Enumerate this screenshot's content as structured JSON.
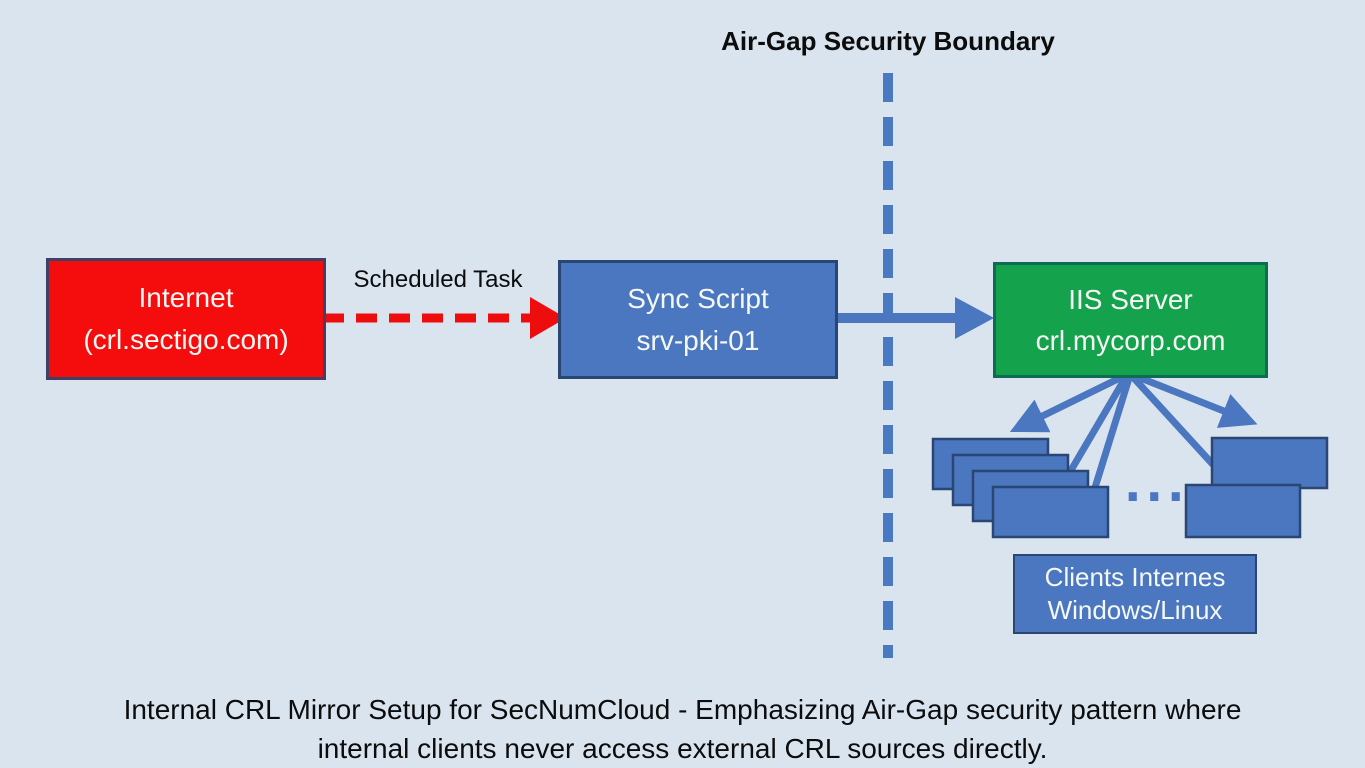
{
  "title": "Air-Gap Security Boundary",
  "labels": {
    "scheduled_task": "Scheduled Task",
    "ellipsis": "..."
  },
  "nodes": {
    "internet": {
      "line1": "Internet",
      "line2": "(crl.sectigo.com)"
    },
    "sync_script": {
      "line1": "Sync Script",
      "line2": "srv-pki-01"
    },
    "iis_server": {
      "line1": "IIS Server",
      "line2": "crl.mycorp.com"
    },
    "clients": {
      "line1": "Clients Internes",
      "line2": "Windows/Linux"
    }
  },
  "caption": {
    "line1": "Internal CRL Mirror Setup for SecNumCloud - Emphasizing Air-Gap security pattern where",
    "line2": "internal clients never access external CRL sources directly."
  },
  "colors": {
    "background": "#d9e4ef",
    "red_fill": "#f50d0d",
    "red_border": "#3e4066",
    "blue_fill": "#4a77bf",
    "blue_border": "#2a4773",
    "green_fill": "#14a24d",
    "green_border": "#0e6b55",
    "arrow_blue": "#4a77bf",
    "arrow_red": "#ee0d0d",
    "boundary_blue": "#4879c1",
    "text_light": "#f5f8f5",
    "text_dark": "#0c0c0c"
  }
}
